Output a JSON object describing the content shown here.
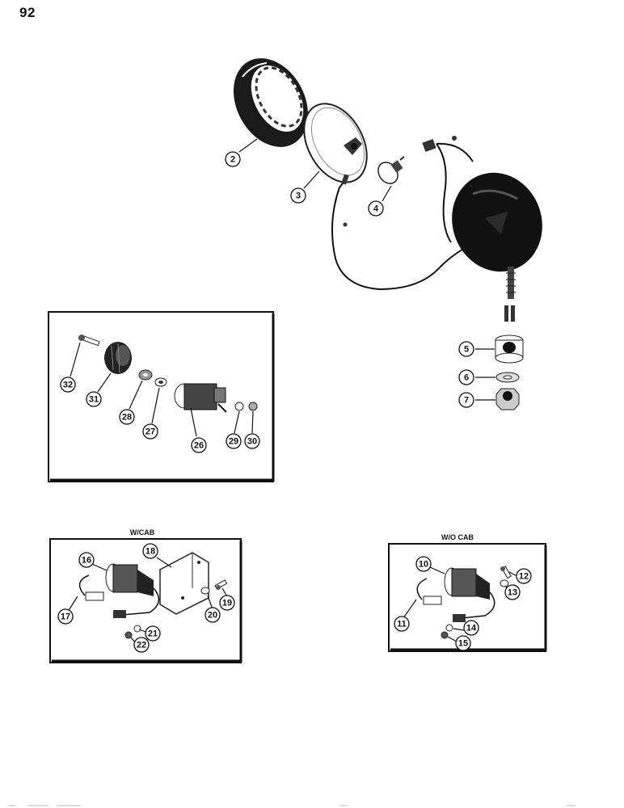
{
  "page_number": "92",
  "insets": {
    "with_cab_label": "W/CAB",
    "without_cab_label": "W/O CAB"
  },
  "callouts": {
    "c2": "2",
    "c3": "3",
    "c4": "4",
    "c5": "5",
    "c6": "6",
    "c7": "7",
    "c10": "10",
    "c11": "11",
    "c12": "12",
    "c13": "13",
    "c14": "14",
    "c15": "15",
    "c16": "16",
    "c17": "17",
    "c18": "18",
    "c19": "19",
    "c20": "20",
    "c21": "21",
    "c22": "22",
    "c26": "26",
    "c27": "27",
    "c28": "28",
    "c29": "29",
    "c30": "30",
    "c31": "31",
    "c32": "32"
  }
}
